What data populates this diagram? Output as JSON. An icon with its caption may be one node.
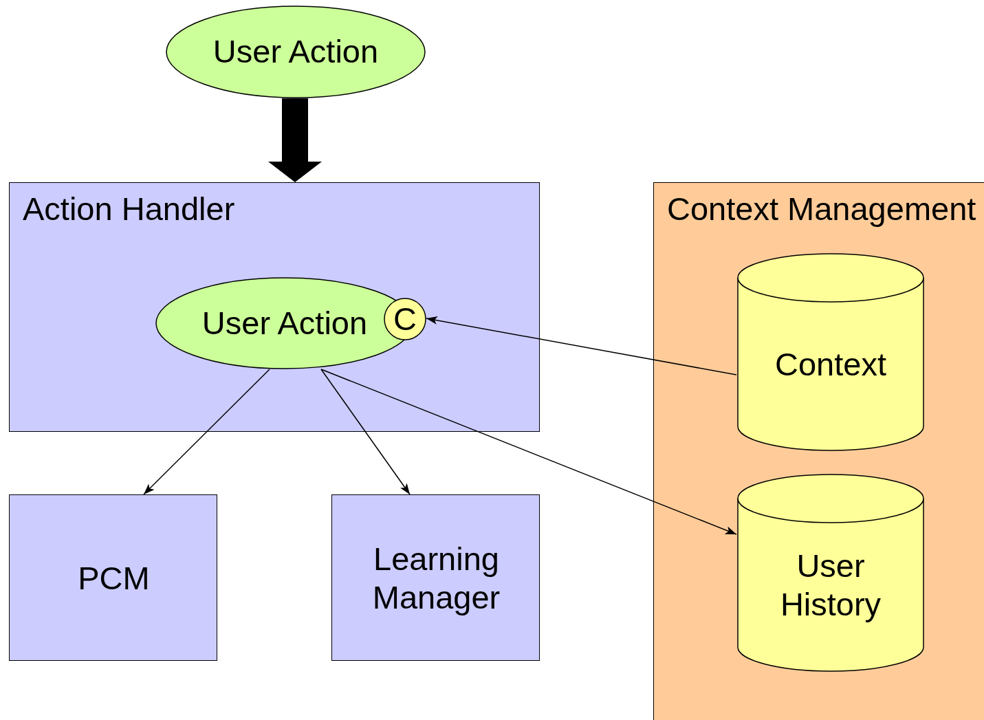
{
  "diagram": {
    "nodes": [
      {
        "text": [
          "User Action"
        ]
      },
      {
        "text": [
          "Action Handler"
        ]
      },
      {
        "text": [
          "User Action"
        ],
        "in": 1
      },
      {
        "text": [
          "C"
        ],
        "in": 1
      },
      {
        "text": [
          "Context Management"
        ]
      },
      {
        "text": [
          "Context"
        ],
        "in": 4
      },
      {
        "text": [
          "User History"
        ],
        "in": 4
      },
      {
        "text": [
          "PCM"
        ]
      },
      {
        "text": [
          "Learning Manager"
        ]
      }
    ],
    "edges": [
      {
        "from": 0,
        "to": 1,
        "arrow": "to",
        "style": "thick"
      },
      {
        "from": 5,
        "to": 3,
        "arrow": "to"
      },
      {
        "from": 2,
        "to": 7,
        "arrow": "to"
      },
      {
        "from": 2,
        "to": 8,
        "arrow": "to"
      },
      {
        "from": 2,
        "to": 6,
        "arrow": "to"
      }
    ]
  }
}
